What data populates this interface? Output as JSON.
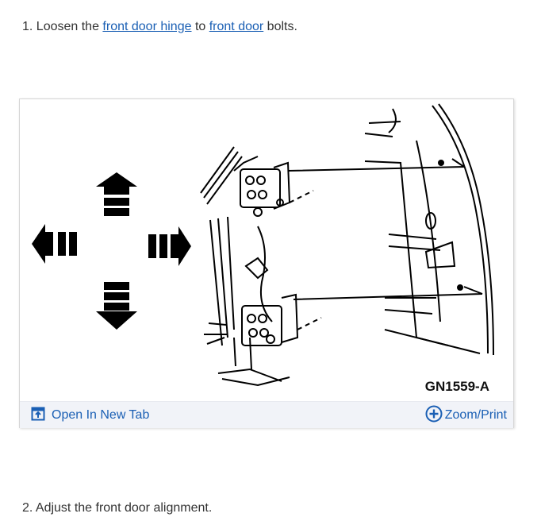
{
  "steps": [
    {
      "number": "1.",
      "prefix": "Loosen the ",
      "link1": "front door hinge",
      "middle": " to ",
      "link2": "front door",
      "suffix": " bolts."
    },
    {
      "number": "2.",
      "text": "Adjust the front door alignment."
    }
  ],
  "figure": {
    "id_label": "GN1559-A",
    "icons": [
      "arrow-up-icon",
      "arrow-down-icon",
      "arrow-left-icon",
      "arrow-right-icon"
    ]
  },
  "card_footer": {
    "open_tab_label": "Open In New Tab",
    "open_tab_icon": "open-in-new-tab-icon",
    "zoom_label": "Zoom/Print",
    "zoom_icon": "plus-circle-icon"
  },
  "colors": {
    "link": "#1a5fb4",
    "text": "#333333",
    "footer_bg": "#f1f3f8",
    "card_border": "#d6d6d6"
  }
}
